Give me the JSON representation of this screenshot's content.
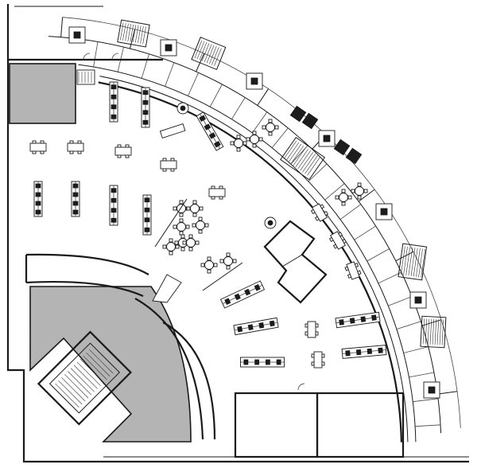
{
  "plan": {
    "colors": {
      "wall": "#1a1a1a",
      "core_fill": "#b4b4b4",
      "background": "#ffffff",
      "dark_tile": "#1c1c1c"
    },
    "elements": [
      "exterior-curved-wall",
      "curtain-wall-mullions",
      "gray-core-upper-left",
      "gray-core-lower",
      "stair-core",
      "stair-right-upper",
      "stair-right-lower",
      "open-desk-clusters",
      "round-meeting-tables",
      "conference-rooms-bottom",
      "enclosed-rooms-center"
    ]
  }
}
